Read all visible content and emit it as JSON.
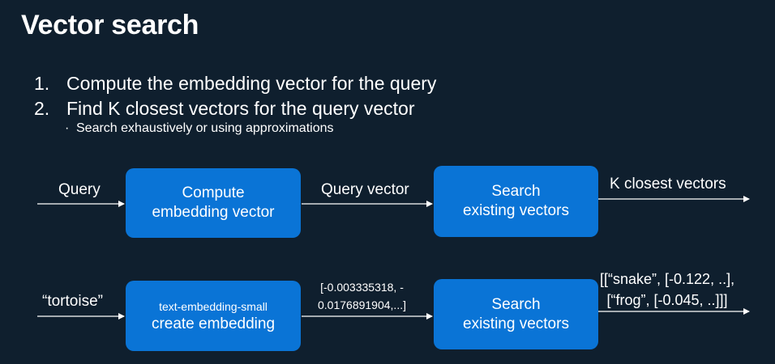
{
  "title": "Vector search",
  "steps": [
    {
      "num": "1.",
      "text": "Compute the embedding vector for the query"
    },
    {
      "num": "2.",
      "text": "Find K closest vectors for the query vector"
    }
  ],
  "subpoint": "Search exhaustively or using approximations",
  "row1": {
    "input_label": "Query",
    "box1": {
      "line1": "Compute",
      "line2": "embedding vector"
    },
    "mid_label": "Query vector",
    "box2": {
      "line1": "Search",
      "line2": "existing vectors"
    },
    "output_label": "K closest vectors"
  },
  "row2": {
    "input_label": "“tortoise”",
    "box1": {
      "line1": "text-embedding-small",
      "line2": "create embedding"
    },
    "mid_label": {
      "line1": "[-0.003335318, -",
      "line2": "0.0176891904,...]"
    },
    "box2": {
      "line1": "Search",
      "line2": "existing vectors"
    },
    "output_label": {
      "line1": "[[“snake”, [-0.122, ..],",
      "line2": "[“frog”, [-0.045, ..]]]"
    }
  }
}
